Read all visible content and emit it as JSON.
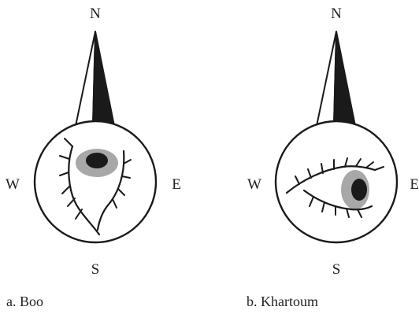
{
  "panels": [
    {
      "caption": "a. Boo",
      "compass": {
        "north": "N",
        "south": "S",
        "west": "W",
        "east": "E"
      }
    },
    {
      "caption": "b. Khartoum",
      "compass": {
        "north": "N",
        "south": "S",
        "west": "W",
        "east": "E"
      }
    }
  ],
  "colors": {
    "ink": "#1a1a1a",
    "iris": "#a8a8a8",
    "pupil": "#1a1a1a",
    "background": "#ffffff"
  }
}
